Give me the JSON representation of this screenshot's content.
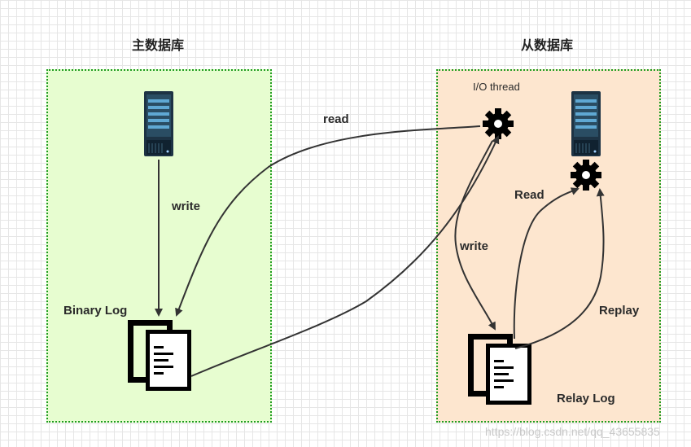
{
  "master": {
    "title": "主数据库",
    "write_label": "write",
    "binary_log_label": "Binary Log"
  },
  "slave": {
    "title": "从数据库",
    "io_thread_label": "I/O thread",
    "read_label": "Read",
    "write_label": "write",
    "replay_label": "Replay",
    "relay_log_label": "Relay Log"
  },
  "edges": {
    "read_label": "read"
  },
  "watermark": "https://blog.csdn.net/qq_43655835",
  "colors": {
    "master_bg": "#e7fdd0",
    "slave_bg": "#fde6cf",
    "border": "#1f9d1f",
    "server": "#1d3344",
    "arrow": "#333333"
  },
  "icons": [
    "server-icon",
    "gear-icon",
    "document-stack-icon"
  ]
}
